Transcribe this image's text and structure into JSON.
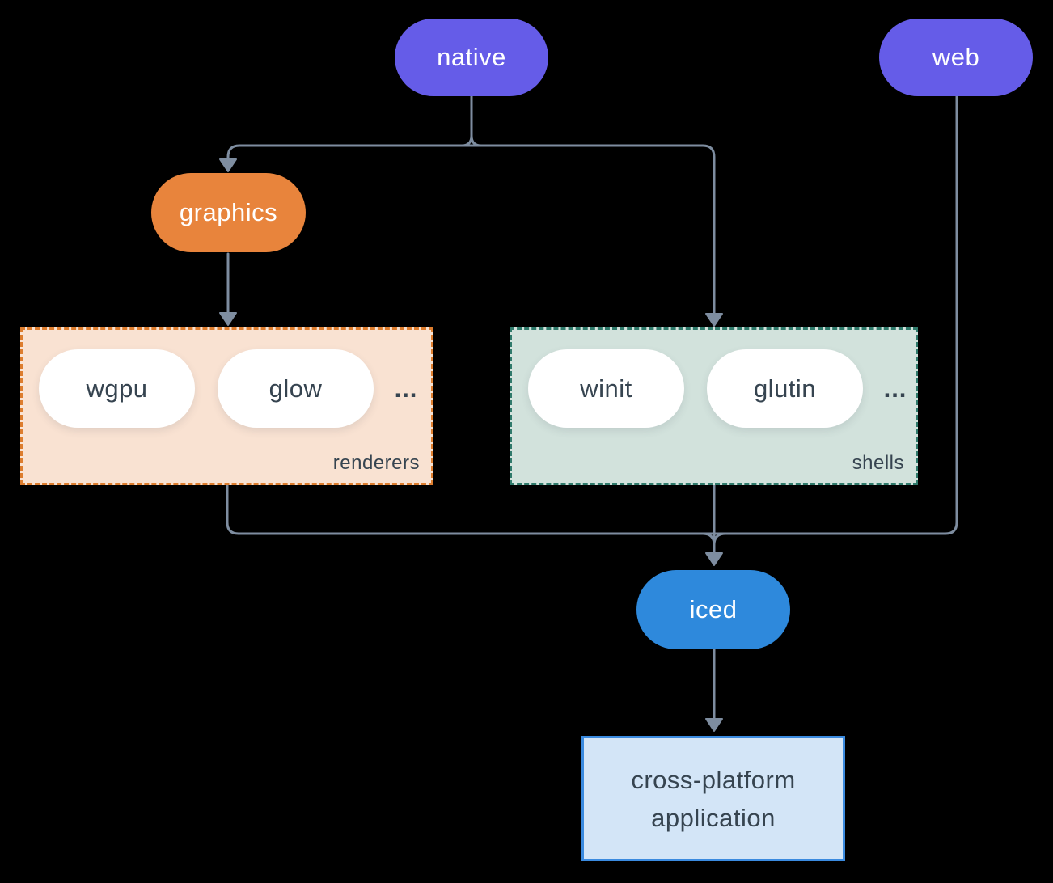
{
  "diagram": {
    "background_color": "#000000",
    "connector_color": "#7e8da0",
    "dark_text_color": "#364450"
  },
  "nodes": {
    "native": {
      "label": "native",
      "fill": "#655ce8",
      "text_color": "#ffffff"
    },
    "web": {
      "label": "web",
      "fill": "#655ce8",
      "text_color": "#ffffff"
    },
    "graphics": {
      "label": "graphics",
      "fill": "#e8843c",
      "text_color": "#ffffff"
    },
    "iced": {
      "label": "iced",
      "fill": "#2e89dc",
      "text_color": "#ffffff"
    },
    "application": {
      "line1": "cross-platform",
      "line2": "application",
      "fill": "#d3e5f7",
      "border_color": "#3a8adf",
      "text_color": "#364450"
    }
  },
  "groups": {
    "renderers": {
      "label": "renderers",
      "fill": "#f9e2d2",
      "border_color": "#dd7d2e",
      "item_fill": "#ffffff",
      "items": [
        "wgpu",
        "glow"
      ],
      "ellipsis": "..."
    },
    "shells": {
      "label": "shells",
      "fill": "#d2e2dc",
      "border_color": "#2f7a6b",
      "item_fill": "#ffffff",
      "items": [
        "winit",
        "glutin"
      ],
      "ellipsis": "..."
    }
  }
}
